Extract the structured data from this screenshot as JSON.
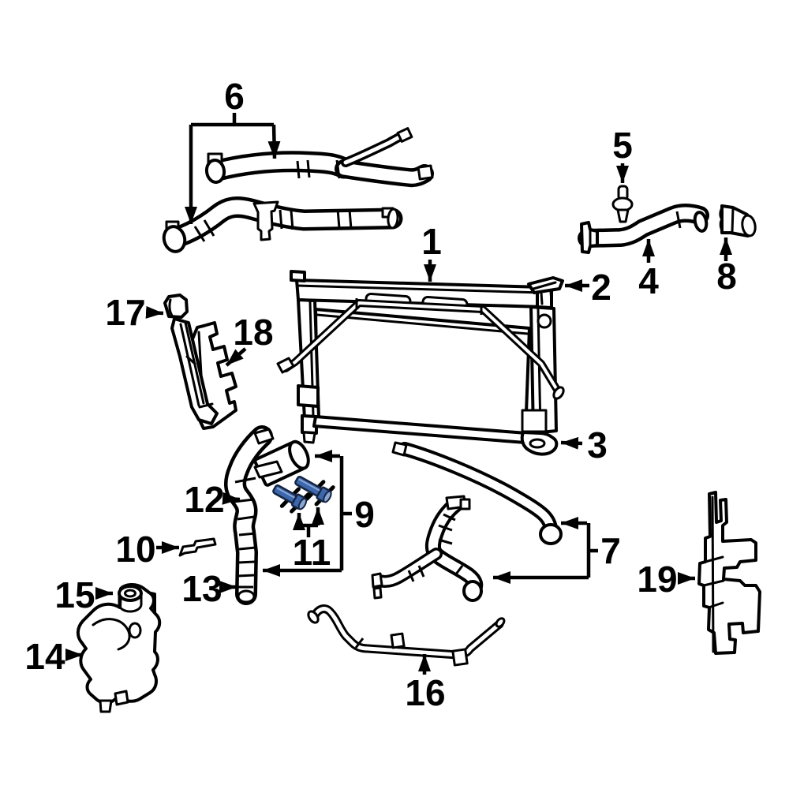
{
  "diagram": {
    "kind": "exploded-parts-line-drawing",
    "colors": {
      "background": "#ffffff",
      "line": "#000000",
      "highlight": "#3c67ad",
      "highlight_light": "#8aa6d4",
      "highlight_dark": "#152440"
    },
    "callouts": [
      {
        "label": "1",
        "highlighted": false
      },
      {
        "label": "2",
        "highlighted": false
      },
      {
        "label": "3",
        "highlighted": false
      },
      {
        "label": "4",
        "highlighted": false
      },
      {
        "label": "5",
        "highlighted": false
      },
      {
        "label": "6",
        "highlighted": false
      },
      {
        "label": "7",
        "highlighted": false
      },
      {
        "label": "8",
        "highlighted": false
      },
      {
        "label": "9",
        "highlighted": false
      },
      {
        "label": "10",
        "highlighted": false
      },
      {
        "label": "11",
        "highlighted": true
      },
      {
        "label": "12",
        "highlighted": false
      },
      {
        "label": "13",
        "highlighted": false
      },
      {
        "label": "14",
        "highlighted": false
      },
      {
        "label": "15",
        "highlighted": false
      },
      {
        "label": "16",
        "highlighted": false
      },
      {
        "label": "17",
        "highlighted": false
      },
      {
        "label": "18",
        "highlighted": false
      },
      {
        "label": "19",
        "highlighted": false
      }
    ]
  }
}
